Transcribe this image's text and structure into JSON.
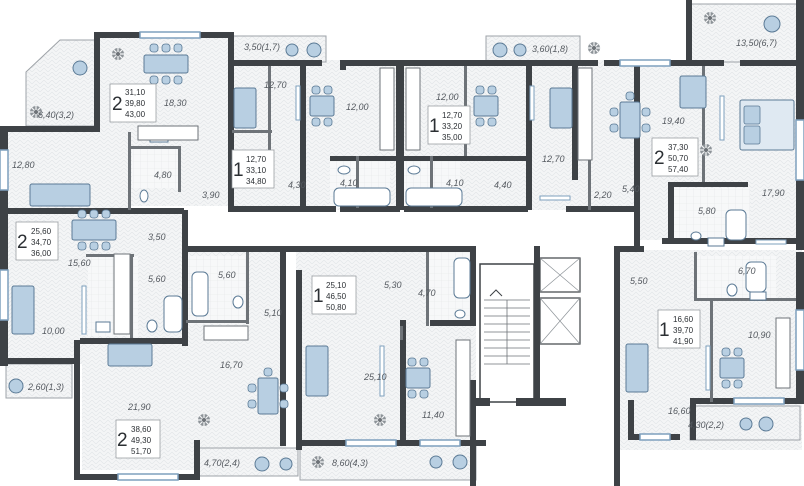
{
  "floor_plan": {
    "rooms": [
      {
        "id": "r1",
        "area": "18,30"
      },
      {
        "id": "r2",
        "area": "6,40(3,2)"
      },
      {
        "id": "r3",
        "area": "12,80"
      },
      {
        "id": "r4",
        "area": "4,80"
      },
      {
        "id": "r5",
        "area": "3,90"
      },
      {
        "id": "r6",
        "area": "3,50(1,7)"
      },
      {
        "id": "r7",
        "area": "12,70"
      },
      {
        "id": "r8",
        "area": "4,30"
      },
      {
        "id": "r9",
        "area": "12,00"
      },
      {
        "id": "r10",
        "area": "4,10"
      },
      {
        "id": "r11",
        "area": "4,10"
      },
      {
        "id": "r12",
        "area": "12,00"
      },
      {
        "id": "r13",
        "area": "4,40"
      },
      {
        "id": "r14",
        "area": "3,60(1,8)"
      },
      {
        "id": "r15",
        "area": "12,70"
      },
      {
        "id": "r16",
        "area": "2,20"
      },
      {
        "id": "r17",
        "area": "5,40"
      },
      {
        "id": "r18",
        "area": "19,40"
      },
      {
        "id": "r19",
        "area": "13,50(6,7)"
      },
      {
        "id": "r20",
        "area": "17,90"
      },
      {
        "id": "r21",
        "area": "5,80"
      },
      {
        "id": "r22",
        "area": "3,50"
      },
      {
        "id": "r23",
        "area": "15,60"
      },
      {
        "id": "r24",
        "area": "5,60"
      },
      {
        "id": "r25",
        "area": "5,60"
      },
      {
        "id": "r26",
        "area": "5,10"
      },
      {
        "id": "r27",
        "area": "10,00"
      },
      {
        "id": "r28",
        "area": "2,60(1,3)"
      },
      {
        "id": "r29",
        "area": "16,70"
      },
      {
        "id": "r30",
        "area": "21,90"
      },
      {
        "id": "r31",
        "area": "4,70(2,4)"
      },
      {
        "id": "r32",
        "area": "5,30"
      },
      {
        "id": "r33",
        "area": "4,70"
      },
      {
        "id": "r34",
        "area": "25,10"
      },
      {
        "id": "r35",
        "area": "11,40"
      },
      {
        "id": "r36",
        "area": "8,60(4,3)"
      },
      {
        "id": "r37",
        "area": "5,50"
      },
      {
        "id": "r38",
        "area": "6,70"
      },
      {
        "id": "r39",
        "area": "10,90"
      },
      {
        "id": "r40",
        "area": "16,60"
      },
      {
        "id": "r41",
        "area": "4,30(2,2)"
      }
    ],
    "apartments": [
      {
        "id": "a1",
        "rooms": "2",
        "areas": [
          "31,10",
          "39,80",
          "43,00"
        ]
      },
      {
        "id": "a2",
        "rooms": "1",
        "areas": [
          "12,70",
          "33,10",
          "34,80"
        ]
      },
      {
        "id": "a3",
        "rooms": "1",
        "areas": [
          "12,70",
          "33,20",
          "35,00"
        ]
      },
      {
        "id": "a4",
        "rooms": "2",
        "areas": [
          "37,30",
          "50,70",
          "57,40"
        ]
      },
      {
        "id": "a5",
        "rooms": "2",
        "areas": [
          "25,60",
          "34,70",
          "36,00"
        ]
      },
      {
        "id": "a6",
        "rooms": "1",
        "areas": [
          "25,10",
          "46,50",
          "50,80"
        ]
      },
      {
        "id": "a7",
        "rooms": "2",
        "areas": [
          "38,60",
          "49,30",
          "51,70"
        ]
      },
      {
        "id": "a8",
        "rooms": "1",
        "areas": [
          "16,60",
          "39,70",
          "41,90"
        ]
      }
    ],
    "colors": {
      "wall": "#3e4246",
      "floor": "#f3f4f5",
      "floor_pattern": "#e3e5e7",
      "furniture_fill": "#b8cfe2",
      "furniture_stroke": "#5b7a95",
      "plant": "#6e7378",
      "label": "#555a60"
    }
  }
}
